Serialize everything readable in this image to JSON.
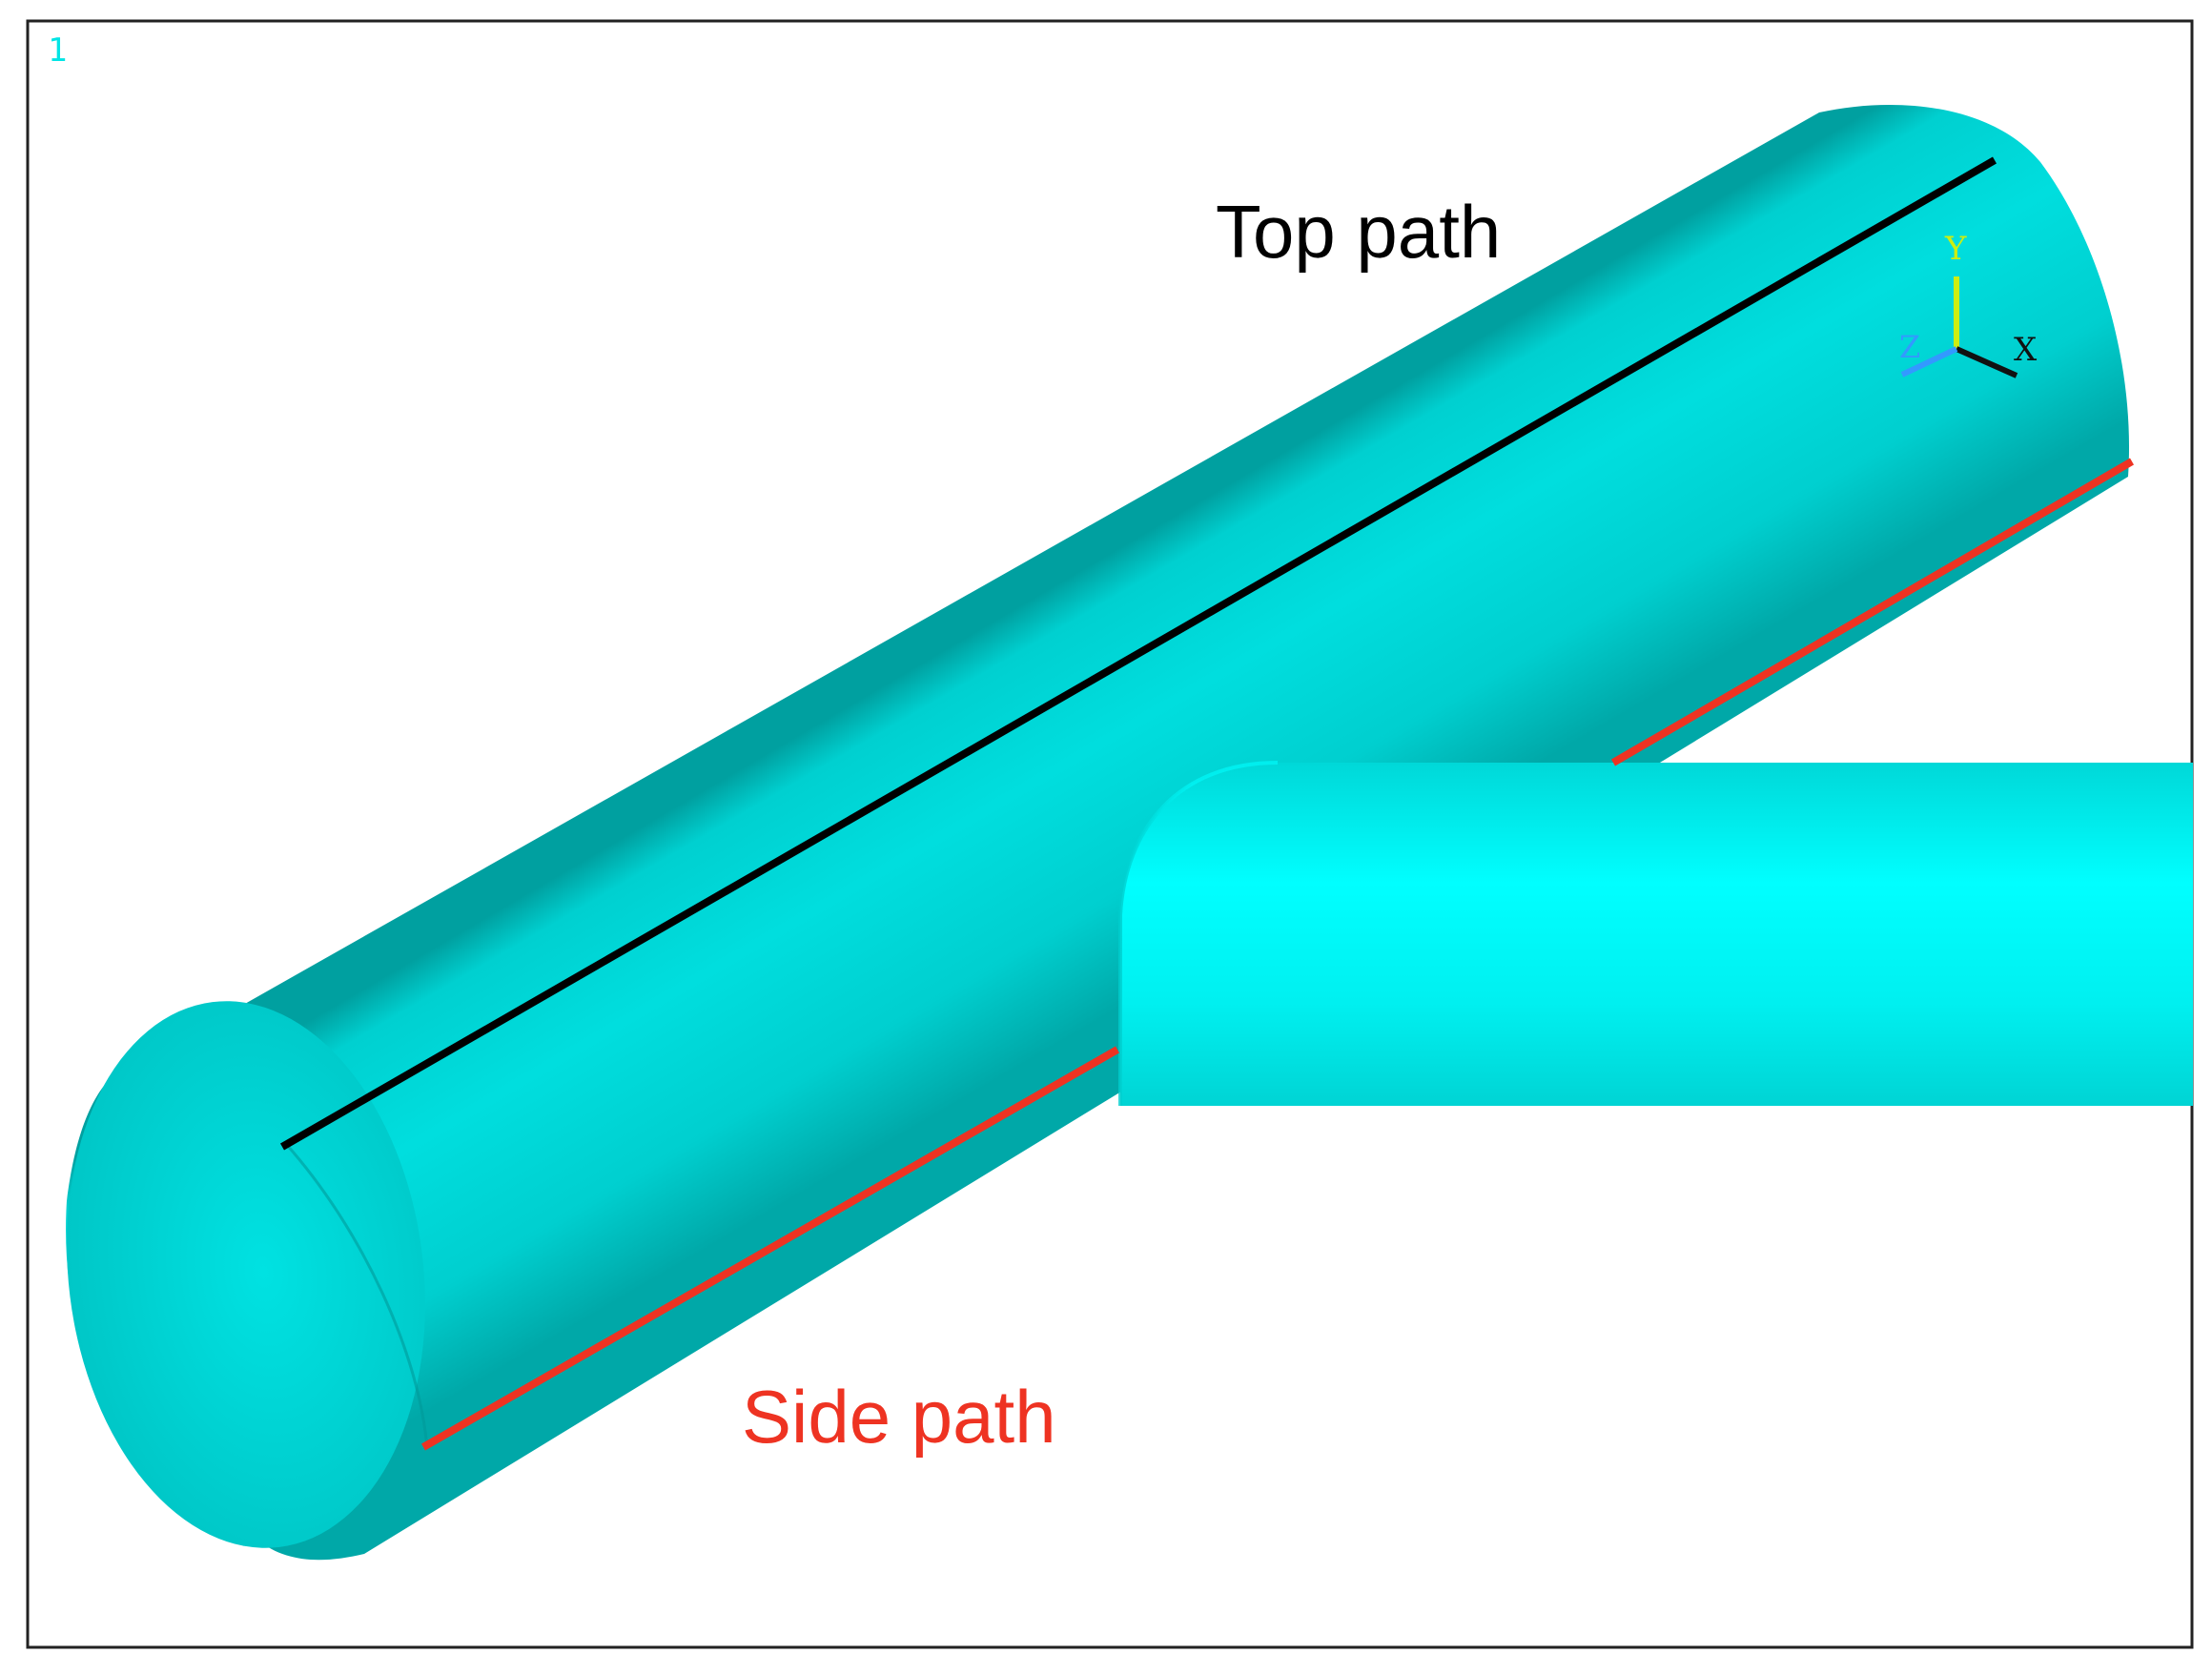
{
  "viewport": {
    "window_number": "1"
  },
  "labels": {
    "top_path": "Top path",
    "side_path": "Side path"
  },
  "triad": {
    "x_label": "X",
    "y_label": "Y",
    "z_label": "Z"
  },
  "colors": {
    "pipe": "#00e5e5",
    "pipe_light": "#00f5f5",
    "pipe_dark": "#00adad",
    "top_path": "#000000",
    "side_path": "#ee3322",
    "window_number": "#00e5e5",
    "triad_x": "#111111",
    "triad_y": "#ccee11",
    "triad_z": "#3399ff"
  },
  "icons": {
    "coordinate_triad": "xyz-axis-triad-icon"
  }
}
